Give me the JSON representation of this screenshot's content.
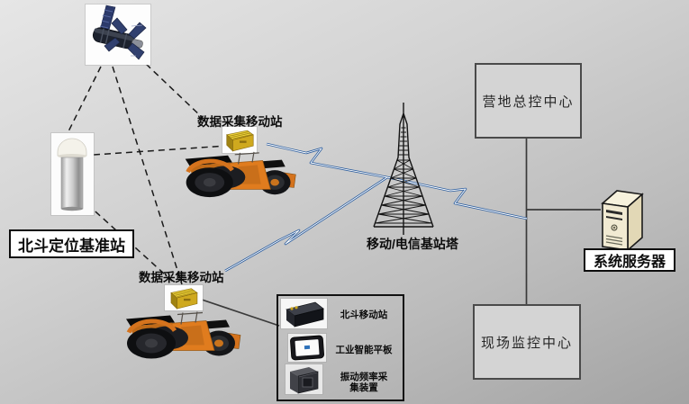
{
  "nodes": {
    "base_station": {
      "label": "北斗定位基准站"
    },
    "mobile_station_1": {
      "label": "数据采集移动站"
    },
    "mobile_station_2": {
      "label": "数据采集移动站"
    },
    "tower": {
      "label": "移动/电信基站塔"
    },
    "camp_center": {
      "label": "营地总控中心"
    },
    "site_center": {
      "label": "现场监控中心"
    },
    "server": {
      "label": "系统服务器"
    }
  },
  "legend": {
    "items": [
      {
        "icon": "beidou-receiver-photo",
        "label": "北斗移动站"
      },
      {
        "icon": "industrial-tablet-photo",
        "label": "工业智能平板"
      },
      {
        "icon": "vibration-sensor-photo",
        "label": "振动频率采集装置"
      }
    ]
  },
  "icons": {
    "satellite": "satellite-photo",
    "gnss_antenna": "gnss-antenna-photo",
    "rollers": "road-roller-graphic",
    "device_case": "yellow-device-case",
    "tower": "lattice-tower-graphic",
    "server": "tower-server-graphic"
  },
  "colors": {
    "wireless_link": "#2f5f9e",
    "dashed_link": "#1a1a1a",
    "wired_link": "#3a3a3a",
    "roller_body": "#e07c1e",
    "case_yellow": "#cfa91e"
  }
}
